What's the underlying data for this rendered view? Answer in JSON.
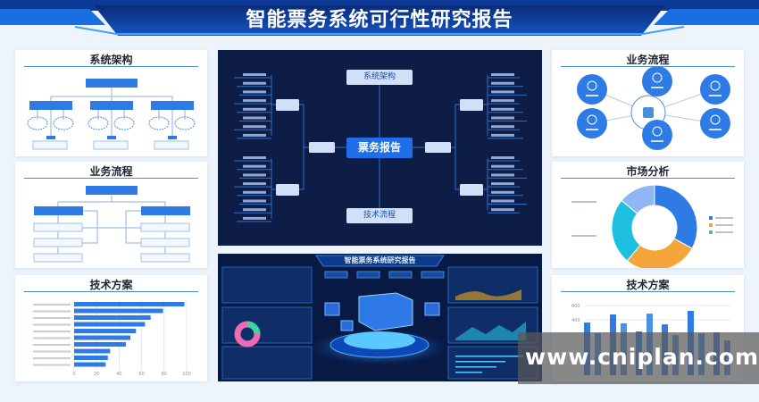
{
  "title": "智能票务系统可行性研究报告",
  "colors": {
    "accent": "#2f7be6",
    "navy": "#0e1d45",
    "banner": "#0b3f9e",
    "orange": "#f4a53a",
    "cyan": "#1ec0e0",
    "light_blue": "#8fb6f2"
  },
  "left": {
    "system_architecture": {
      "title": "系统架构"
    },
    "business_process": {
      "title": "业务流程"
    },
    "tech_plan": {
      "title": "技术方案",
      "chart_data": {
        "type": "bar",
        "orientation": "horizontal",
        "xlim": [
          0,
          100
        ],
        "xticks": [
          0,
          20,
          40,
          60,
          80,
          100
        ],
        "values": [
          98,
          79,
          68,
          63,
          55,
          50,
          46,
          32,
          30,
          28
        ],
        "grid": true
      }
    }
  },
  "center": {
    "mindmap": {
      "root": "票务报告",
      "top": "系统架构",
      "bottom": "技术流程"
    },
    "dashboard": {
      "title": "智能票务系统研究报告"
    }
  },
  "right": {
    "business_process": {
      "title": "业务流程",
      "icons": [
        "clock-icon",
        "monitor-icon",
        "plus-icon",
        "minus-icon",
        "screen-icon",
        "search-icon"
      ]
    },
    "market_analysis": {
      "title": "市场分析",
      "chart_data": {
        "type": "pie",
        "donut": true,
        "values": [
          33,
          28,
          25,
          14
        ],
        "colors": [
          "#2f7be6",
          "#f4a53a",
          "#1ec0e0",
          "#8fb6f2"
        ]
      }
    },
    "tech_plan": {
      "title": "技术方案",
      "chart_data": {
        "type": "bar",
        "yticks": [
          600,
          400
        ],
        "values": [
          362,
          212,
          475,
          350,
          237,
          487,
          337,
          187,
          525,
          212,
          225,
          112
        ]
      }
    }
  },
  "watermark": "www.cniplan.com"
}
